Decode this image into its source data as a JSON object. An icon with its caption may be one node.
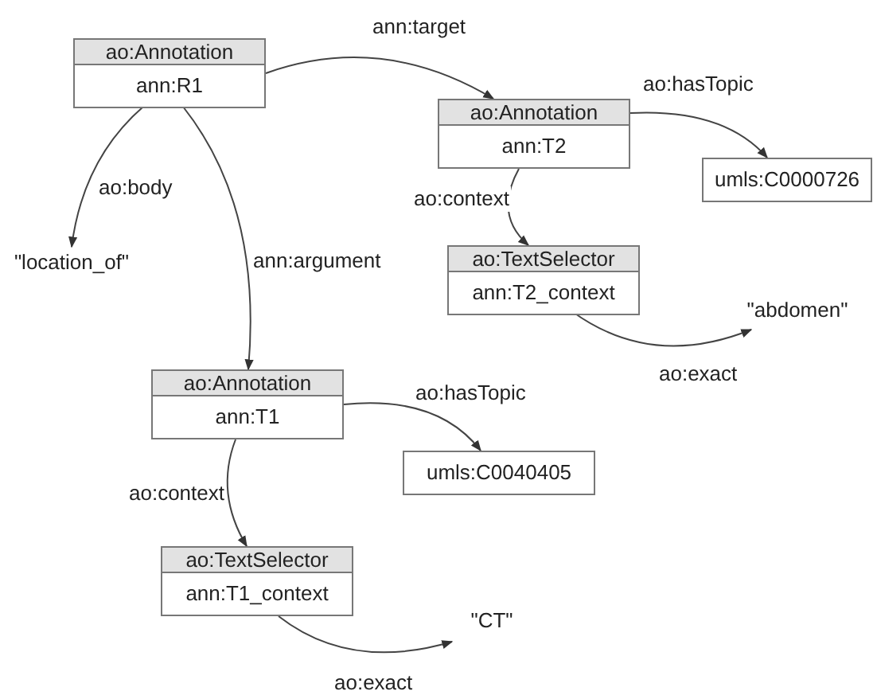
{
  "diagram": {
    "nodes": [
      {
        "text": [
          "ao:Annotation",
          "ann:R1"
        ]
      },
      {
        "text": [
          "ao:Annotation",
          "ann:T2"
        ]
      },
      {
        "text": [
          "umls:C0000726"
        ]
      },
      {
        "text": [
          "\"location_of\""
        ]
      },
      {
        "text": [
          "ao:TextSelector",
          "ann:T2_context"
        ]
      },
      {
        "text": [
          "\"abdomen\""
        ]
      },
      {
        "text": [
          "ao:Annotation",
          "ann:T1"
        ]
      },
      {
        "text": [
          "umls:C0040405"
        ]
      },
      {
        "text": [
          "ao:TextSelector",
          "ann:T1_context"
        ]
      },
      {
        "text": [
          "\"CT\""
        ]
      }
    ],
    "edges": [
      {
        "from": 0,
        "to": 1,
        "arrow": "to",
        "label": "ann:target"
      },
      {
        "from": 1,
        "to": 2,
        "arrow": "to",
        "label": "ao:hasTopic"
      },
      {
        "from": 0,
        "to": 3,
        "arrow": "to",
        "label": "ao:body"
      },
      {
        "from": 0,
        "to": 6,
        "arrow": "to",
        "label": "ann:argument"
      },
      {
        "from": 1,
        "to": 4,
        "arrow": "to",
        "label": "ao:context"
      },
      {
        "from": 4,
        "to": 5,
        "arrow": "to",
        "label": "ao:exact"
      },
      {
        "from": 6,
        "to": 7,
        "arrow": "to",
        "label": "ao:hasTopic"
      },
      {
        "from": 6,
        "to": 8,
        "arrow": "to",
        "label": "ao:context"
      },
      {
        "from": 8,
        "to": 9,
        "arrow": "to",
        "label": "ao:exact"
      }
    ]
  }
}
